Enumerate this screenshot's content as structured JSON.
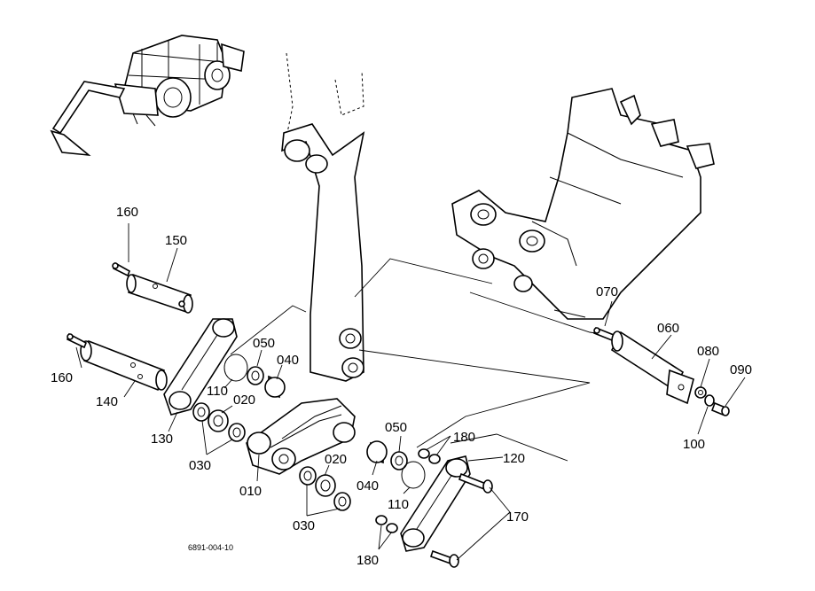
{
  "diagram": {
    "figure_code": "6891-004-10",
    "labels": {
      "p160a": "160",
      "p150": "150",
      "p160b": "160",
      "p140": "140",
      "p130": "130",
      "p110a": "110",
      "p050a": "050",
      "p040a": "040",
      "p020a": "020",
      "p030a": "030",
      "p010": "010",
      "p020b": "020",
      "p030b": "030",
      "p040b": "040",
      "p050b": "050",
      "p110b": "110",
      "p180a": "180",
      "p180b": "180",
      "p120": "120",
      "p170": "170",
      "p070": "070",
      "p060": "060",
      "p080": "080",
      "p090": "090",
      "p100": "100"
    }
  }
}
